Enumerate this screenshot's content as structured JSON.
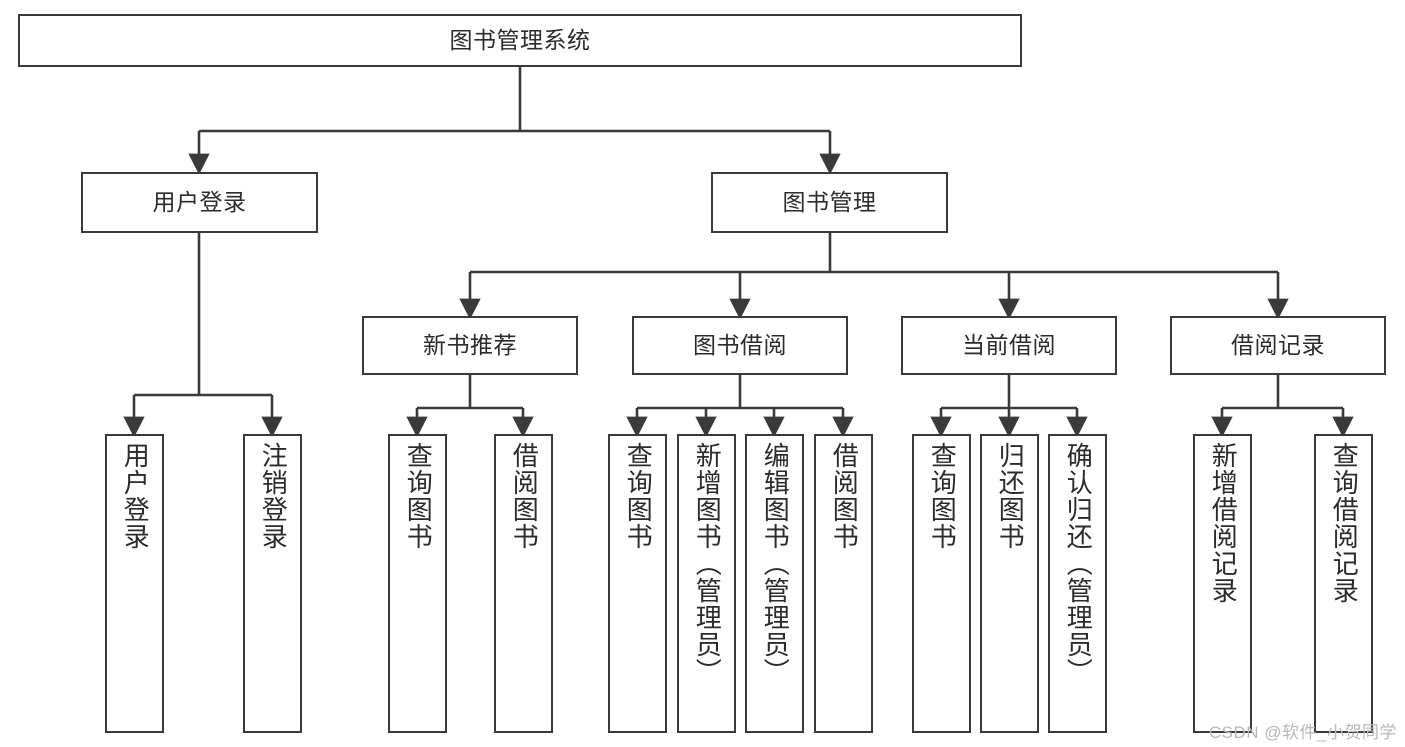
{
  "diagram": {
    "title": "图书管理系统",
    "type": "tree-hierarchy-chart",
    "stroke_color": "#3a3a3a",
    "text_color": "#2b2b2b",
    "background_color": "#ffffff"
  },
  "nodes": {
    "root": {
      "label": "图书管理系统"
    },
    "level2": [
      {
        "id": "user-login",
        "label": "用户登录"
      },
      {
        "id": "book-management",
        "label": "图书管理"
      }
    ],
    "level3": [
      {
        "id": "new-book-recommend",
        "label": "新书推荐"
      },
      {
        "id": "book-borrow",
        "label": "图书借阅"
      },
      {
        "id": "current-borrow",
        "label": "当前借阅"
      },
      {
        "id": "borrow-record",
        "label": "借阅记录"
      }
    ],
    "leaves": {
      "user_login": [
        {
          "id": "leaf-user-login",
          "label": "用户登录"
        },
        {
          "id": "leaf-logout-login",
          "label": "注销登录"
        }
      ],
      "new_book_recommend": [
        {
          "id": "leaf-query-book-1",
          "label": "查询图书"
        },
        {
          "id": "leaf-borrow-book-1",
          "label": "借阅图书"
        }
      ],
      "book_borrow": [
        {
          "id": "leaf-query-book-2",
          "label": "查询图书"
        },
        {
          "id": "leaf-add-book",
          "label": "新增图书（管理员）"
        },
        {
          "id": "leaf-edit-book",
          "label": "编辑图书（管理员）"
        },
        {
          "id": "leaf-borrow-book-2",
          "label": "借阅图书"
        }
      ],
      "current_borrow": [
        {
          "id": "leaf-query-book-3",
          "label": "查询图书"
        },
        {
          "id": "leaf-return-book",
          "label": "归还图书"
        },
        {
          "id": "leaf-confirm-return",
          "label": "确认归还（管理员）"
        }
      ],
      "borrow_record": [
        {
          "id": "leaf-add-borrow-record",
          "label": "新增借阅记录"
        },
        {
          "id": "leaf-query-borrow-record",
          "label": "查询借阅记录"
        }
      ]
    }
  },
  "watermark": {
    "text": "CSDN @软件_小贺同学"
  }
}
